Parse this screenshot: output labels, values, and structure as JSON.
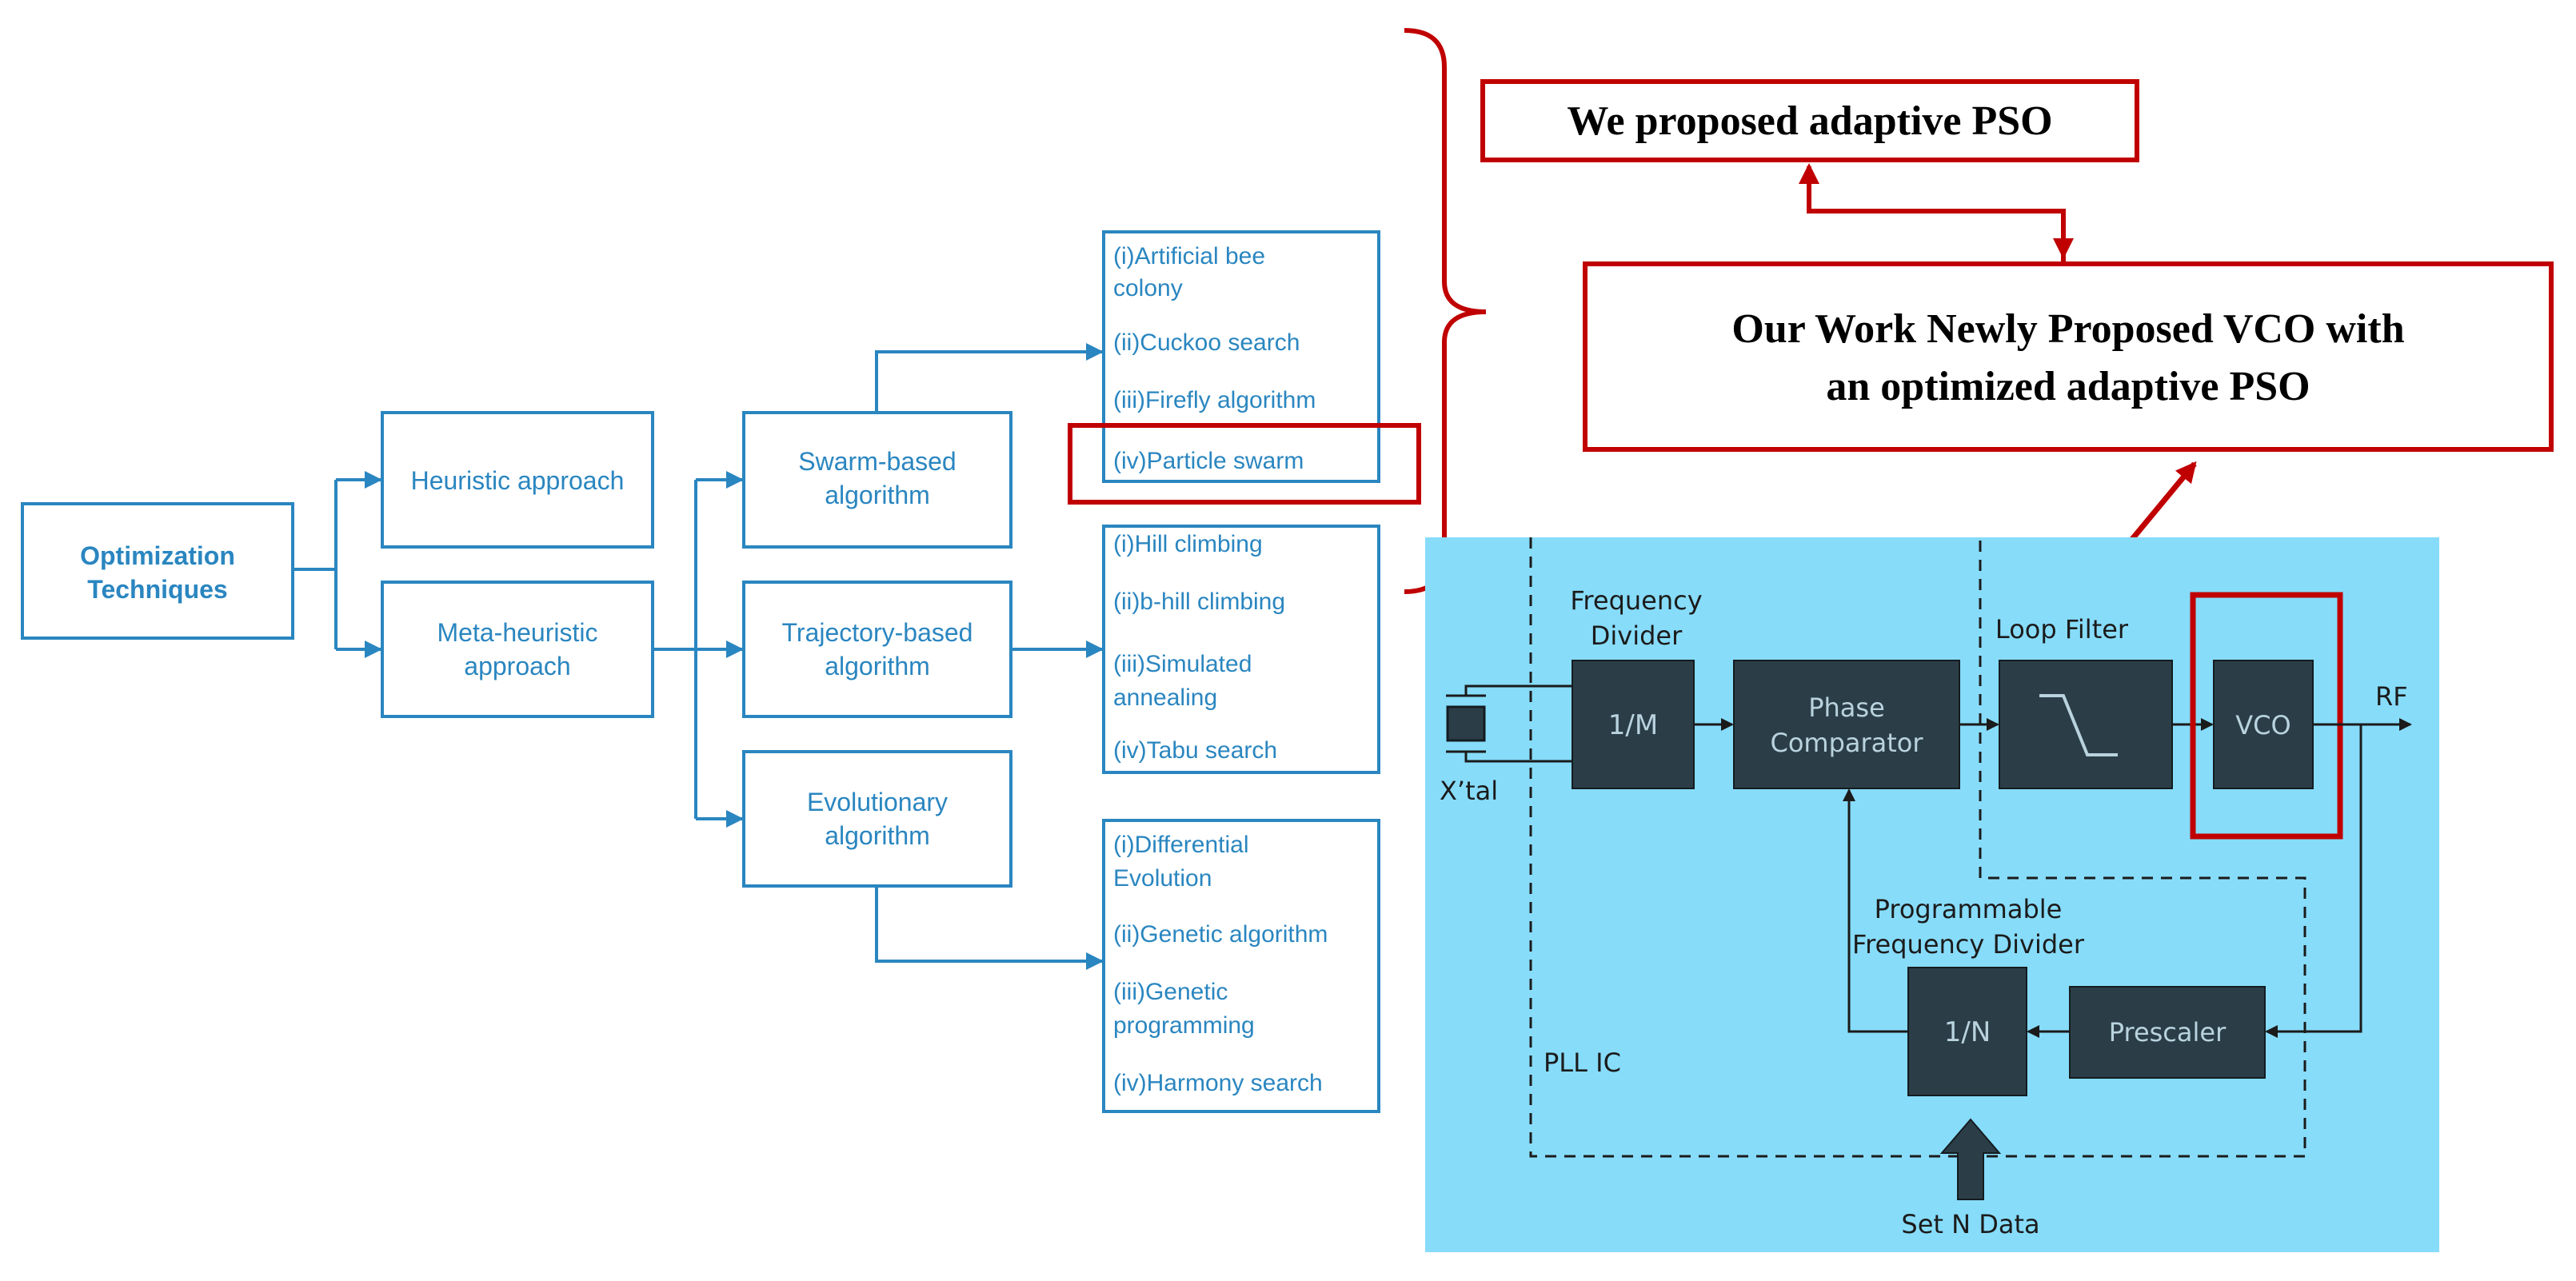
{
  "tree": {
    "root": [
      "Optimization",
      "Techniques"
    ],
    "heuristic": [
      "Heuristic approach"
    ],
    "meta": [
      "Meta-heuristic",
      "approach"
    ],
    "swarm": [
      "Swarm-based",
      "algorithm"
    ],
    "trajectory": [
      "Trajectory-based",
      "algorithm"
    ],
    "evolutionary": [
      "Evolutionary",
      "algorithm"
    ],
    "swarm_items": [
      [
        "(i)Artificial bee",
        "colony"
      ],
      [
        "(ii)Cuckoo search"
      ],
      [
        "(iii)Firefly algorithm"
      ],
      [
        "(iv)Particle swarm"
      ]
    ],
    "trajectory_items": [
      [
        "(i)Hill climbing"
      ],
      [
        "(ii)b-hill climbing"
      ],
      [
        "(iii)Simulated",
        "annealing"
      ],
      [
        "(iv)Tabu search"
      ]
    ],
    "evolutionary_items": [
      [
        "(i)Differential",
        "Evolution"
      ],
      [
        "(ii)Genetic algorithm"
      ],
      [
        "(iii)Genetic",
        "programming"
      ],
      [
        "(iv)Harmony search"
      ]
    ]
  },
  "proposals": {
    "adaptive_pso": "We proposed adaptive PSO",
    "our_work": [
      "Our Work Newly Proposed VCO with",
      "an optimized adaptive PSO"
    ]
  },
  "pll": {
    "frequency_divider_label": [
      "Frequency",
      "Divider"
    ],
    "div_m": "1/M",
    "phase_comparator": [
      "Phase",
      "Comparator"
    ],
    "loop_filter_label": "Loop Filter",
    "vco": "VCO",
    "rf": "RF",
    "crystal": "X’tal",
    "prog_divider_label": [
      "Programmable",
      "Frequency Divider"
    ],
    "div_n": "1/N",
    "prescaler": "Prescaler",
    "pll_ic": "PLL IC",
    "set_n": "Set N Data"
  },
  "colors": {
    "tree_blue": "#2a86c0",
    "highlight_red": "#c00000",
    "pll_background": "#87dcfa",
    "pll_block": "#2b3e48"
  }
}
